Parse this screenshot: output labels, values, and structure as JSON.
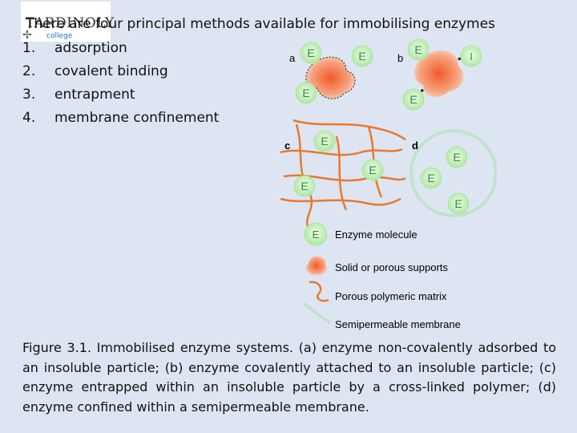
{
  "logo": {
    "brand": "TARDINOLY",
    "sub": "college"
  },
  "intro": "There are four principal methods available for immobilising enzymes",
  "methods": [
    {
      "num": "1.",
      "label": "adsorption"
    },
    {
      "num": "2.",
      "label": "covalent binding"
    },
    {
      "num": "3.",
      "label": "entrapment"
    },
    {
      "num": "4.",
      "label": "membrane confinement"
    }
  ],
  "figure": {
    "panel_labels": {
      "a": "a",
      "b": "b",
      "c": "c",
      "d": "d"
    },
    "enzyme_letter": "E",
    "inhibitor_letter": "I",
    "legend": {
      "enzyme": "Enzyme molecule",
      "support": "Solid or porous supports",
      "matrix": "Porous polymeric matrix",
      "membrane": "Semipermeable membrane"
    },
    "colors": {
      "enzyme_fill": "#aee7a1",
      "enzyme_letter": "#2d8a3a",
      "support": "#f05a28",
      "matrix": "#e8792e",
      "membrane": "#bfe3cf",
      "background": "#dde5f2"
    }
  },
  "caption": "Figure 3.1. Immobilised enzyme systems. (a) enzyme non-covalently adsorbed to an insoluble particle; (b) enzyme covalently attached to an insoluble particle; (c) enzyme entrapped within an insoluble particle by a cross-linked polymer; (d) enzyme confined within a semipermeable membrane."
}
